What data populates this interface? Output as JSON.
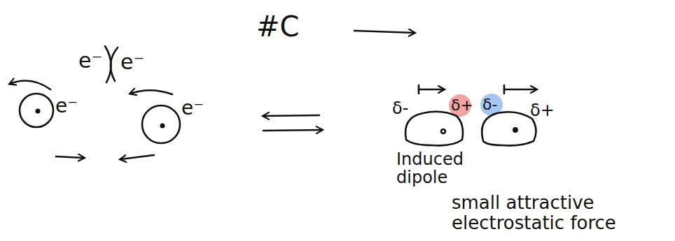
{
  "diagram": {
    "title": "#C",
    "labels": [
      "e⁻",
      "e⁻",
      "e⁻",
      "e⁻",
      "δ-",
      "δ+",
      "δ-",
      "δ+",
      "Induced dipole",
      "small attractive electrostatic force"
    ]
  }
}
